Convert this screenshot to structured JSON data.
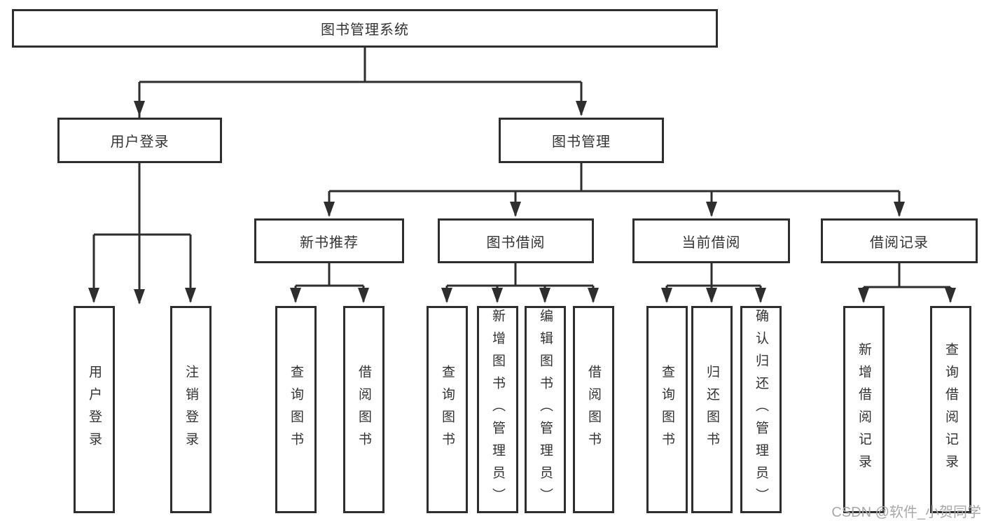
{
  "diagram": {
    "root": {
      "label": "图书管理系统"
    },
    "branches": [
      {
        "label": "用户登录",
        "children": [
          {
            "label": "用户登录"
          },
          {
            "label": "注销登录"
          }
        ]
      },
      {
        "label": "图书管理",
        "children": [
          {
            "label": "新书推荐",
            "children": [
              {
                "label": "查询图书"
              },
              {
                "label": "借阅图书"
              }
            ]
          },
          {
            "label": "图书借阅",
            "children": [
              {
                "label": "查询图书"
              },
              {
                "label": "新增图书（管理员）"
              },
              {
                "label": "编辑图书（管理员）"
              },
              {
                "label": "借阅图书"
              }
            ]
          },
          {
            "label": "当前借阅",
            "children": [
              {
                "label": "查询图书"
              },
              {
                "label": "归还图书"
              },
              {
                "label": "确认归还（管理员）"
              }
            ]
          },
          {
            "label": "借阅记录",
            "children": [
              {
                "label": "新增借阅记录"
              },
              {
                "label": "查询借阅记录"
              }
            ]
          }
        ]
      }
    ]
  },
  "watermark": {
    "text": "CSDN @软件_小贺同学"
  },
  "colors": {
    "line": "#2e2e2e",
    "box_border": "#2e2e2e",
    "text": "#333333",
    "watermark": "#a8a8a8",
    "background": "#ffffff"
  }
}
